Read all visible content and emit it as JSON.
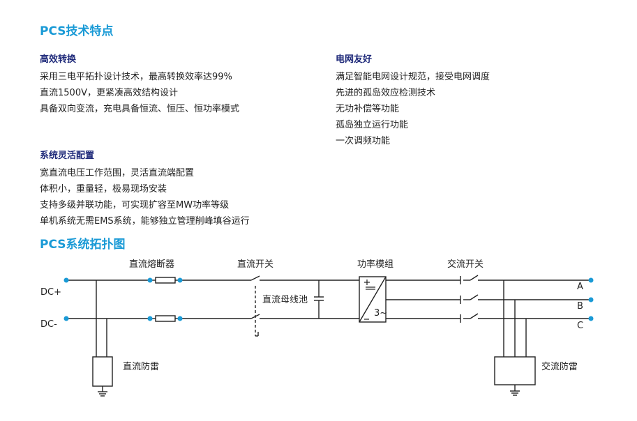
{
  "features_title": "PCS技术特点",
  "groups": [
    {
      "heading": "高效转换",
      "items": [
        "采用三电平拓扑设计技术，最高转换效率达99%",
        "直流1500V，更紧凑高效结构设计",
        "具备双向变流，充电具备恒流、恒压、恒功率模式"
      ]
    },
    {
      "heading": "电网友好",
      "items": [
        "满足智能电网设计规范，接受电网调度",
        "先进的孤岛效应检测技术",
        "无功补偿等功能",
        "孤岛独立运行功能",
        "一次调频功能"
      ]
    },
    {
      "heading": "系统灵活配置",
      "items": [
        "宽直流电压工作范围，灵活直流端配置",
        "体积小，重量轻，极易现场安装",
        "支持多级并联功能，可实现扩容至MW功率等级",
        "单机系统无需EMS系统，能够独立管理削峰填谷运行"
      ]
    }
  ],
  "topology_title": "PCS系统拓扑图",
  "diagram": {
    "label_dc_fuse": "直流熔断器",
    "label_dc_switch": "直流开关",
    "label_power_module": "功率模组",
    "label_ac_switch": "交流开关",
    "label_dc_plus": "DC+",
    "label_dc_minus": "DC-",
    "label_dc_bus_cap": "直流母线池",
    "label_dc_lightning": "直流防雷",
    "label_ac_lightning": "交流防雷",
    "label_phase_a": "A",
    "label_phase_b": "B",
    "label_phase_c": "C",
    "module_symbol": "3~",
    "accent_color": "#1a9ad6",
    "line_color": "#222222"
  }
}
